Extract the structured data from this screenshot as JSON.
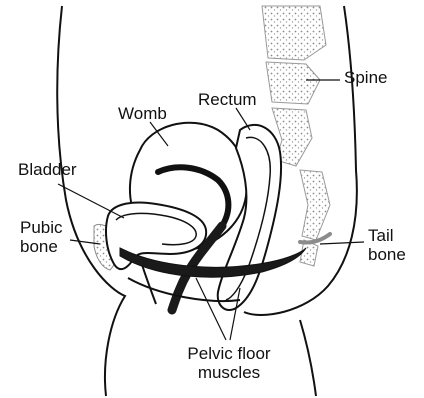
{
  "labels": {
    "spine": "Spine",
    "rectum": "Rectum",
    "womb": "Womb",
    "bladder": "Bladder",
    "pubic_bone": [
      "Pubic",
      "bone"
    ],
    "tail_bone": [
      "Tail",
      "bone"
    ],
    "pelvic_floor_muscles": [
      "Pelvic floor",
      "muscles"
    ]
  },
  "colors": {
    "ink": "#111111",
    "background": "#ffffff",
    "bone_stipple": "#9a9a9a",
    "muscle_fill": "#1a1a1a"
  }
}
